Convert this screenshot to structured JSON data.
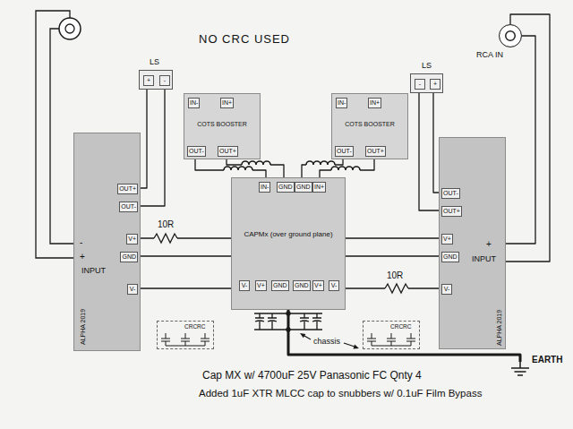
{
  "diagram": {
    "title": "NO CRC USED",
    "nodes": [
      {
        "text": [
          "LS",
          "+",
          "-"
        ]
      },
      {
        "text": [
          "IN-",
          "IN+",
          "COTS BOOSTER",
          "OUT-",
          "OUT+"
        ]
      },
      {
        "text": [
          "IN-",
          "IN+",
          "COTS BOOSTER",
          "OUT-",
          "OUT+"
        ]
      },
      {
        "text": [
          "LS",
          "-",
          "+"
        ]
      },
      {
        "text": [
          "RCA IN"
        ]
      },
      {
        "text": [
          "ALPHA 2019",
          "OUT+",
          "OUT-",
          "V+",
          "GND",
          "V-",
          "-",
          "+",
          "INPUT"
        ]
      },
      {
        "text": [
          "IN-",
          "GND",
          "GND",
          "IN+",
          "CAPMx (over ground plane)",
          "V-",
          "V+",
          "GND",
          "GND",
          "V+",
          "V-"
        ]
      },
      {
        "text": [
          "ALPHA 2019",
          "OUT-",
          "OUT+",
          "V+",
          "GND",
          "V-",
          "+",
          "INPUT"
        ]
      },
      {
        "text": [
          "CRCRC"
        ]
      },
      {
        "text": [
          "CRCRC"
        ]
      },
      {
        "text": [
          "EARTH"
        ]
      }
    ],
    "edges": [
      {
        "from": 1,
        "to": 6,
        "arrow": "none"
      },
      {
        "from": 1,
        "to": 6,
        "arrow": "none"
      },
      {
        "from": 2,
        "to": 6,
        "arrow": "none"
      },
      {
        "from": 2,
        "to": 6,
        "arrow": "none"
      },
      {
        "from": 0,
        "to": 5,
        "arrow": "none"
      },
      {
        "from": 0,
        "to": 5,
        "arrow": "none"
      },
      {
        "from": 3,
        "to": 7,
        "arrow": "none"
      },
      {
        "from": 3,
        "to": 7,
        "arrow": "none"
      },
      {
        "from": 6,
        "to": 5,
        "arrow": "none"
      },
      {
        "from": 6,
        "to": 5,
        "arrow": "none"
      },
      {
        "from": 6,
        "to": 5,
        "arrow": "none"
      },
      {
        "from": 6,
        "to": 7,
        "arrow": "none"
      },
      {
        "from": 6,
        "to": 7,
        "arrow": "none"
      },
      {
        "from": 6,
        "to": 7,
        "arrow": "none"
      },
      {
        "from": 4,
        "to": 7,
        "arrow": "none"
      },
      {
        "from": 4,
        "to": 7,
        "arrow": "none"
      },
      {
        "from": 6,
        "to": 10,
        "arrow": "none"
      }
    ],
    "labels": [
      "10R",
      "10R",
      "chassis",
      "Cap MX w/ 4700uF 25V Panasonic FC Qnty 4",
      "Added 1uF XTR MLCC cap to snubbers w/ 0.1uF Film Bypass"
    ]
  }
}
